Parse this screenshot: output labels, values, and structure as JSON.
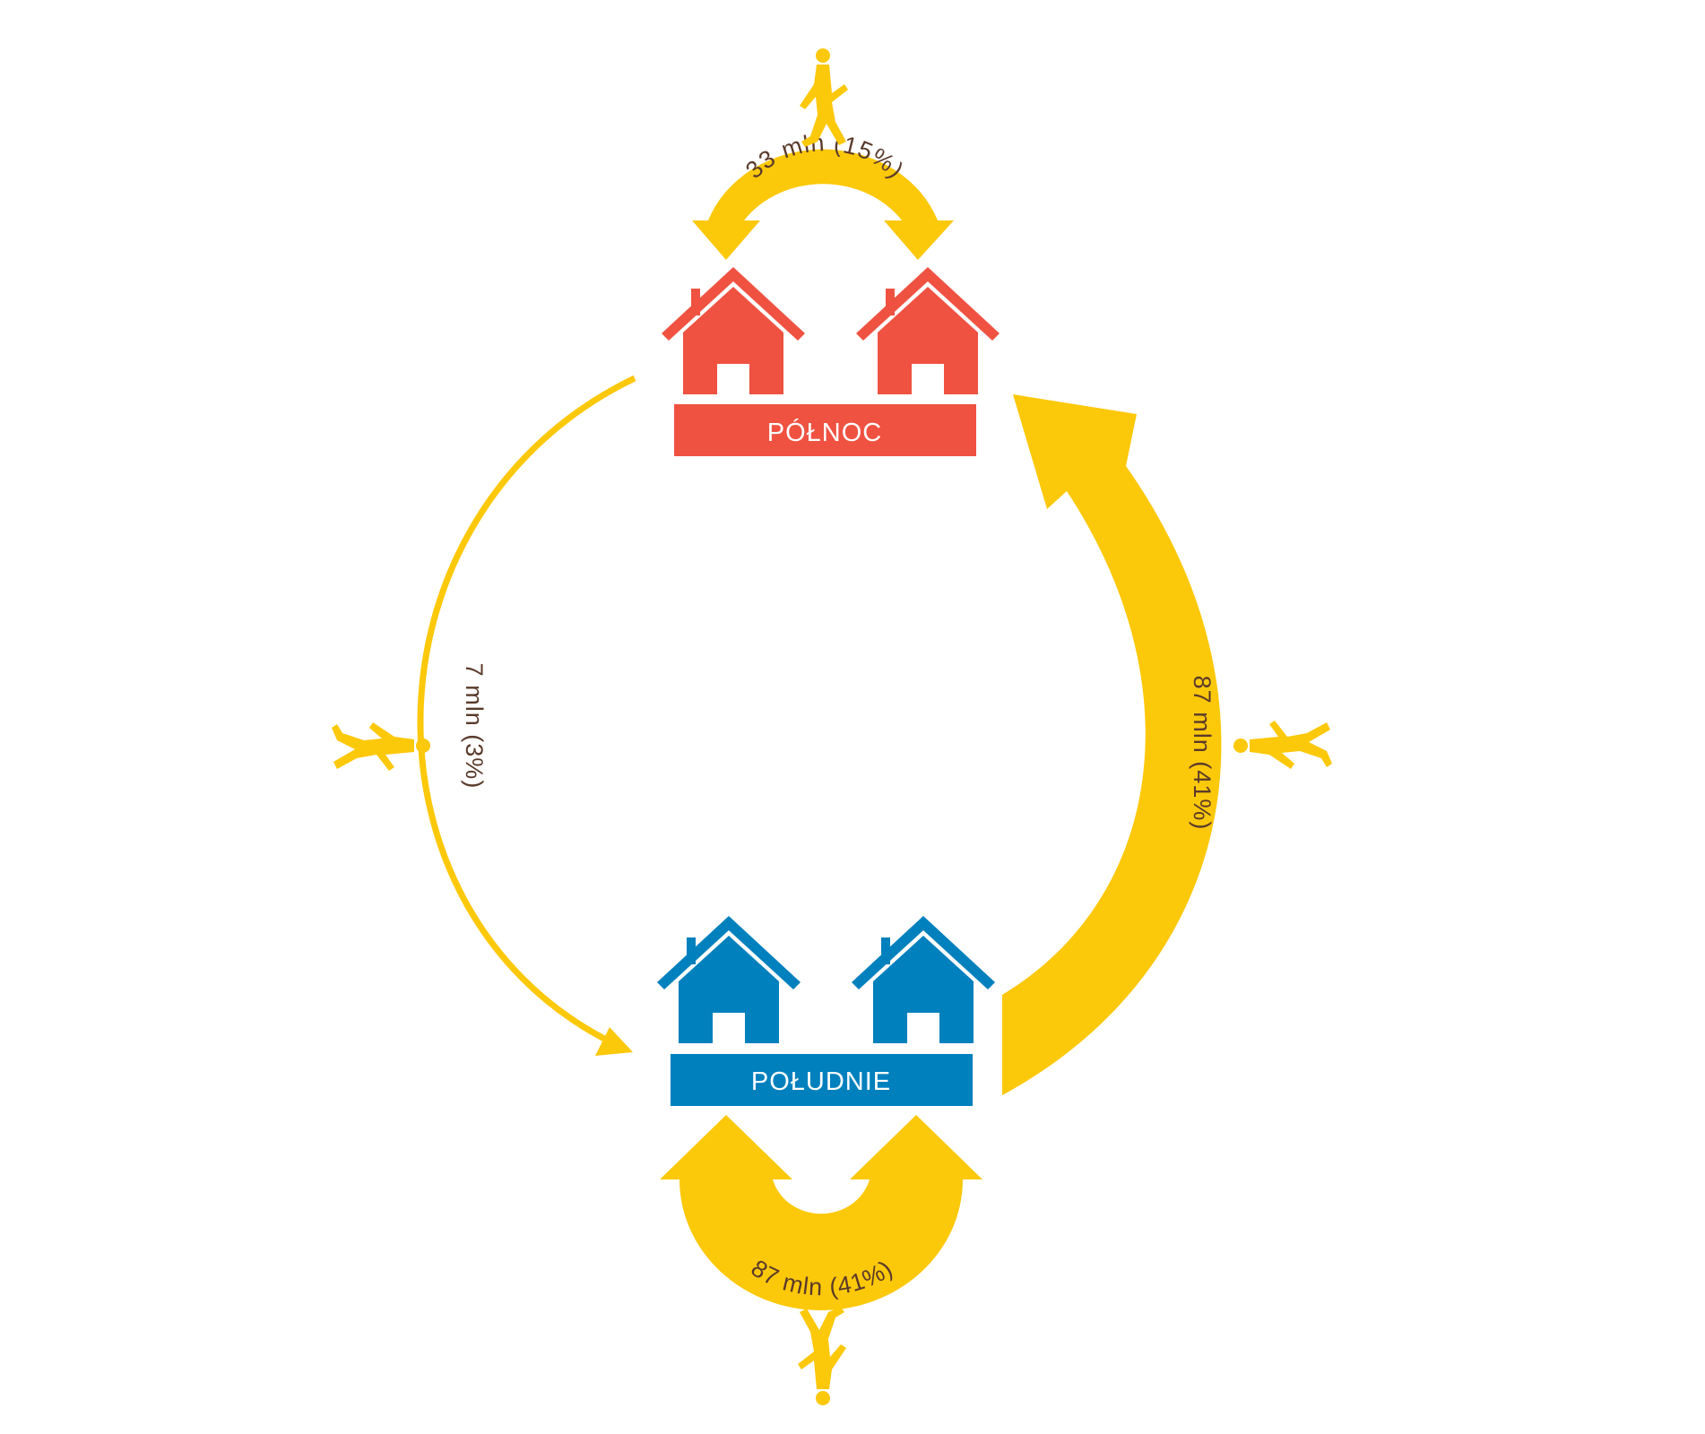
{
  "colors": {
    "north": "#ef5241",
    "south": "#0080bd",
    "flow": "#fcc80a",
    "label_text": "#5a3a2a"
  },
  "icons": {
    "house": "house-icon",
    "walker": "walking-person-icon"
  },
  "regions": {
    "north": {
      "label": "PÓŁNOC"
    },
    "south": {
      "label": "POŁUDNIE"
    }
  },
  "flows": {
    "north_to_north": {
      "label": "33 mln (15%)",
      "value_mln": 33,
      "percent": 15
    },
    "north_to_south": {
      "label": "7 mln (3%)",
      "value_mln": 7,
      "percent": 3
    },
    "south_to_north": {
      "label": "87 mln (41%)",
      "value_mln": 87,
      "percent": 41
    },
    "south_to_south": {
      "label": "87 mln (41%)",
      "value_mln": 87,
      "percent": 41
    }
  }
}
